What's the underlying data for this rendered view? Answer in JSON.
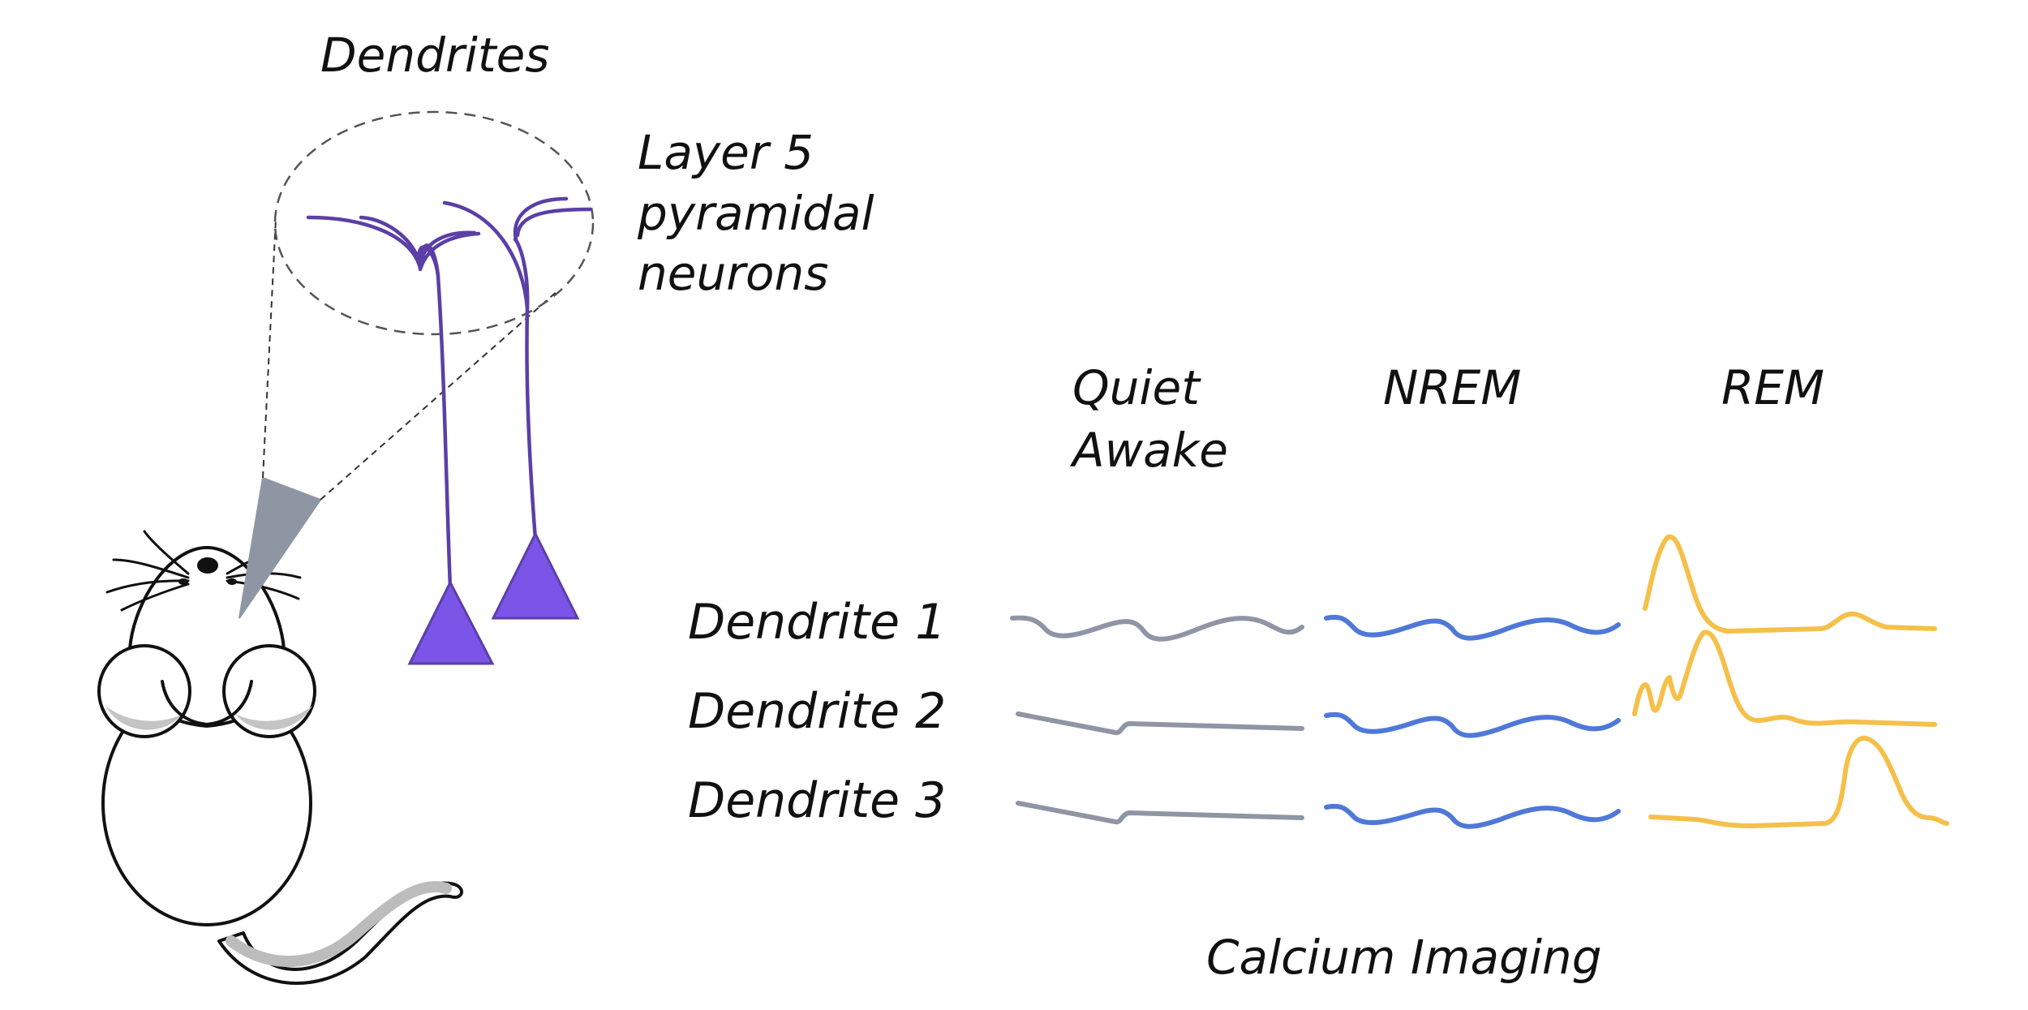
{
  "labels": {
    "dendrites_title": "Dendrites",
    "cell_type_line1": "Layer 5",
    "cell_type_line2": "pyramidal",
    "cell_type_line3": "neurons",
    "state_quiet_line1": "Quiet",
    "state_quiet_line2": "Awake",
    "state_nrem": "NREM",
    "state_rem": "REM",
    "row_1": "Dendrite 1",
    "row_2": "Dendrite 2",
    "row_3": "Dendrite 3",
    "footer": "Calcium Imaging"
  },
  "colors": {
    "neuron": "#5b3fa6",
    "soma_fill": "#7b55e8",
    "probe": "#8f96a3",
    "trace_quiet": "#8e95a4",
    "trace_nrem": "#4f78d8",
    "trace_rem": "#f5c04a",
    "outline": "#111111"
  },
  "icons": {
    "mouse": "mouse-top-view-icon",
    "probe": "imaging-probe-icon"
  }
}
